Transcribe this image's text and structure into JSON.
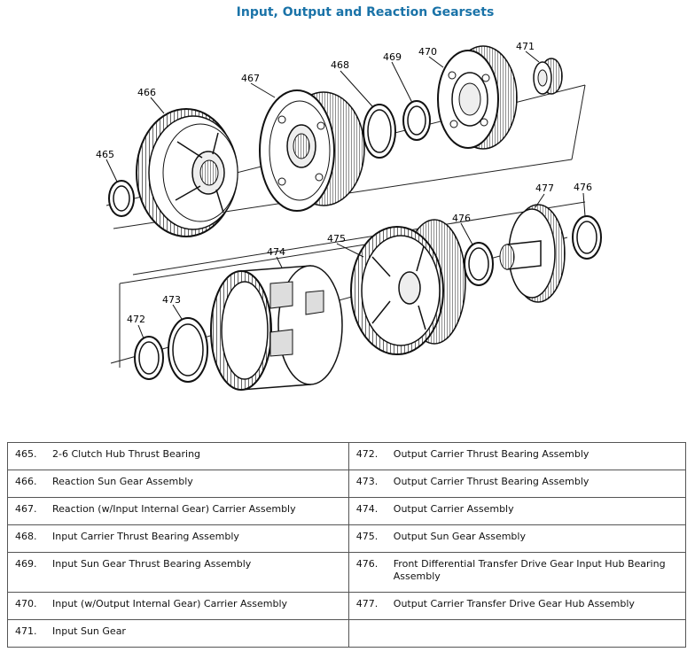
{
  "title": "Input, Output and Reaction Gearsets",
  "callouts": [
    "465",
    "466",
    "467",
    "468",
    "469",
    "470",
    "471",
    "472",
    "473",
    "474",
    "475",
    "476",
    "476",
    "477"
  ],
  "legend": {
    "left": [
      {
        "num": "465.",
        "text": "2-6 Clutch Hub Thrust Bearing"
      },
      {
        "num": "466.",
        "text": "Reaction Sun Gear Assembly"
      },
      {
        "num": "467.",
        "text": "Reaction (w/Input Internal Gear) Carrier Assembly"
      },
      {
        "num": "468.",
        "text": "Input Carrier Thrust Bearing Assembly"
      },
      {
        "num": "469.",
        "text": "Input Sun Gear Thrust Bearing Assembly"
      },
      {
        "num": "470.",
        "text": "Input (w/Output Internal Gear) Carrier Assembly"
      },
      {
        "num": "471.",
        "text": "Input Sun Gear"
      }
    ],
    "right": [
      {
        "num": "472.",
        "text": "Output Carrier Thrust Bearing Assembly"
      },
      {
        "num": "473.",
        "text": "Output Carrier Thrust Bearing Assembly"
      },
      {
        "num": "474.",
        "text": "Output Carrier Assembly"
      },
      {
        "num": "475.",
        "text": "Output Sun Gear Assembly"
      },
      {
        "num": "476.",
        "text": "Front Differential Transfer Drive Gear Input Hub Bearing Assembly"
      },
      {
        "num": "477.",
        "text": "Output Carrier Transfer Drive Gear Hub Assembly"
      },
      {
        "num": "",
        "text": ""
      }
    ]
  }
}
